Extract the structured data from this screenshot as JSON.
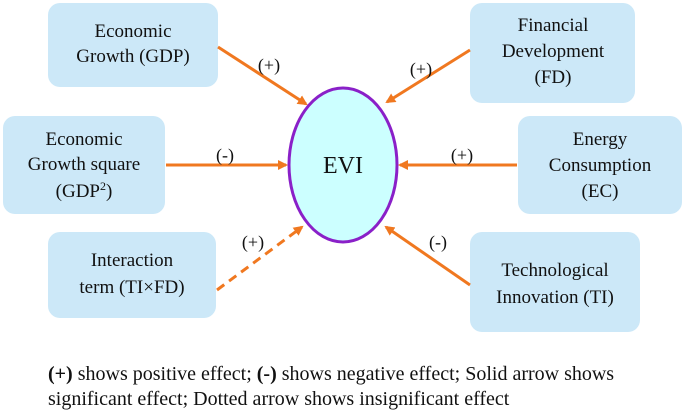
{
  "colors": {
    "box_fill": "#cce8f8",
    "arrow": "#f07820",
    "evi_fill": "#ccffff",
    "evi_stroke": "#8a20c8"
  },
  "center": {
    "label": "EVI"
  },
  "nodes": {
    "gdp": {
      "lines": [
        "Economic",
        "Growth (GDP)"
      ],
      "sign": "(+)",
      "effect": "significant"
    },
    "gdp2": {
      "lines": [
        "Economic",
        "Growth square"
      ],
      "line3_main": "(GDP",
      "line3_sup": "2",
      "line3_end": ")",
      "sign": "(-)",
      "effect": "significant"
    },
    "ti_fd": {
      "lines": [
        "Interaction",
        "term (TI×FD)"
      ],
      "sign": "(+)",
      "effect": "insignificant"
    },
    "fd": {
      "lines": [
        "Financial",
        "Development",
        "(FD)"
      ],
      "sign": "(+)",
      "effect": "significant"
    },
    "ec": {
      "lines": [
        "Energy",
        "Consumption",
        "(EC)"
      ],
      "sign": "(+)",
      "effect": "significant"
    },
    "ti": {
      "lines": [
        "Technological",
        "Innovation (TI)"
      ],
      "sign": "(-)",
      "effect": "significant"
    }
  },
  "caption": {
    "pos_sign": "(+)",
    "pos_text": " shows positive effect; ",
    "neg_sign": "(-)",
    "neg_text": " shows negative effect; Solid arrow shows significant effect; Dotted arrow shows insignificant effect"
  }
}
